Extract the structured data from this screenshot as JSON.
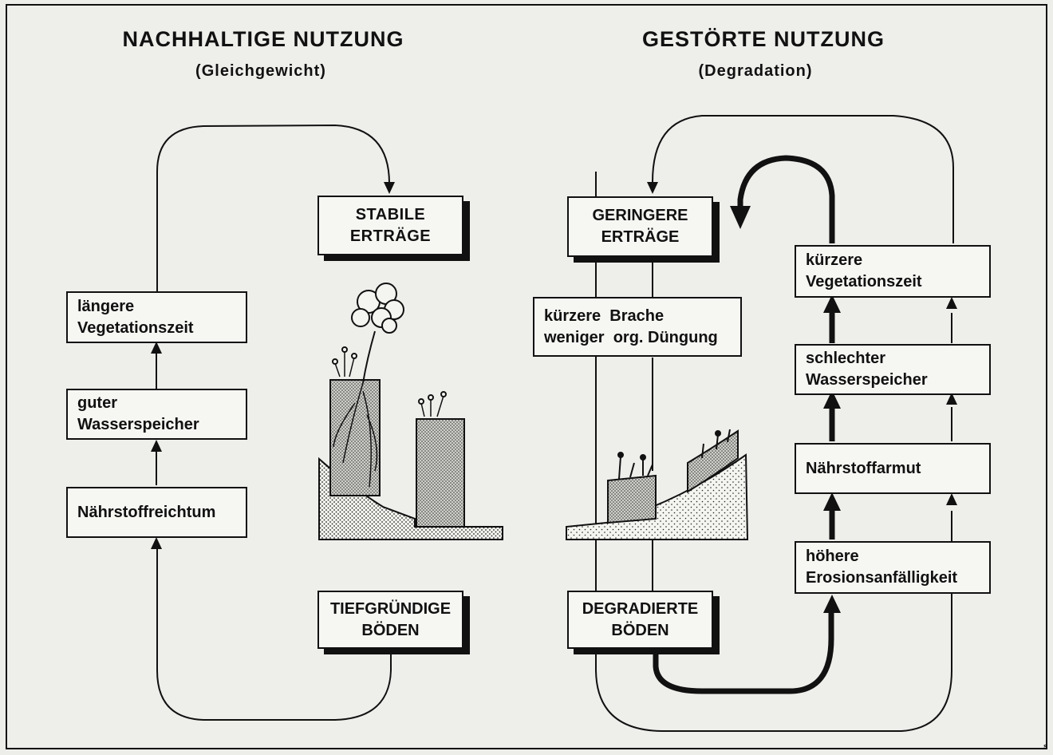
{
  "left": {
    "title": "NACHHALTIGE  NUTZUNG",
    "subtitle": "(Gleichgewicht)",
    "boxes": {
      "vegetation": [
        "längere",
        "Vegetationszeit"
      ],
      "water": [
        "guter",
        "Wasserspeicher"
      ],
      "nutrients": [
        "Nährstoffreichtum"
      ],
      "yields": [
        "STABILE",
        "ERTRÄGE"
      ],
      "soils": [
        "TIEFGRÜNDIGE",
        "BÖDEN"
      ]
    }
  },
  "right": {
    "title": "GESTÖRTE  NUTZUNG",
    "subtitle": "(Degradation)",
    "boxes": {
      "yields": [
        "GERINGERE",
        "ERTRÄGE"
      ],
      "fallow": [
        "kürzere  Brache",
        "weniger  org. Düngung"
      ],
      "soils": [
        "DEGRADIERTE",
        "BÖDEN"
      ],
      "vegetation": [
        "kürzere",
        "Vegetationszeit"
      ],
      "water": [
        "schlechter",
        "Wasserspeicher"
      ],
      "nutrients": [
        "Nährstoffarmut"
      ],
      "erosion": [
        "höhere",
        "Erosionsanfälligkeit"
      ]
    }
  },
  "corner_mark": "s",
  "colors": {
    "ink": "#111111",
    "paper": "#eeeeeb",
    "box": "#f6f6f3"
  }
}
